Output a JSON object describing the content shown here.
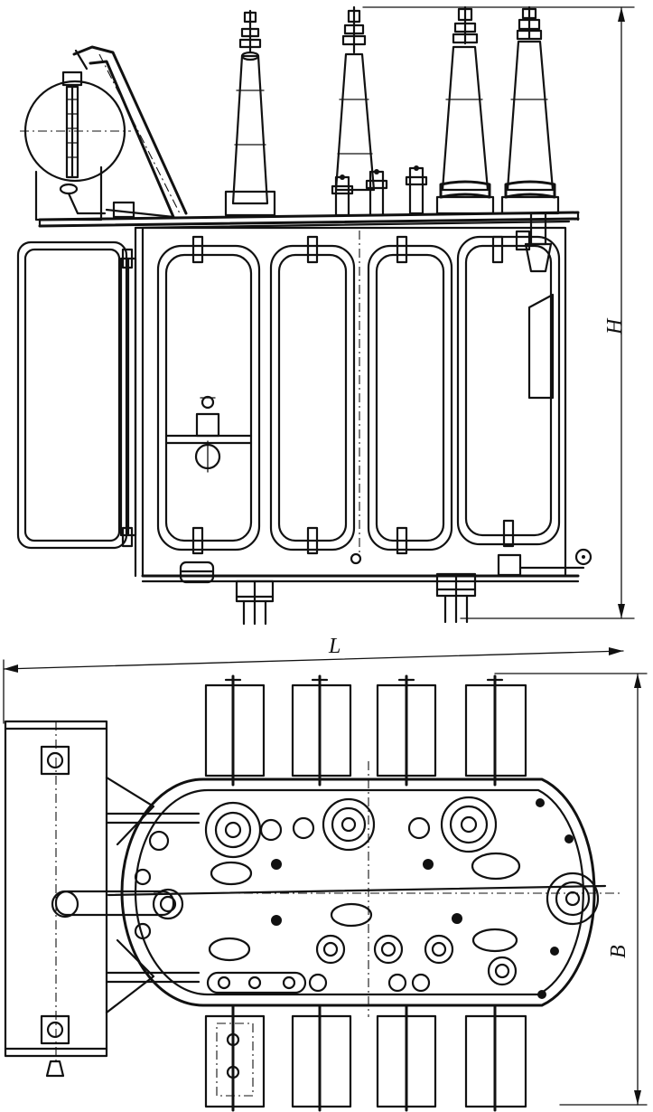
{
  "drawing": {
    "subject": "transformer-outline-drawing",
    "views": [
      "side-elevation",
      "top-plan"
    ]
  },
  "dimensions": {
    "height_label": "H",
    "length_label": "L",
    "width_label": "B"
  }
}
